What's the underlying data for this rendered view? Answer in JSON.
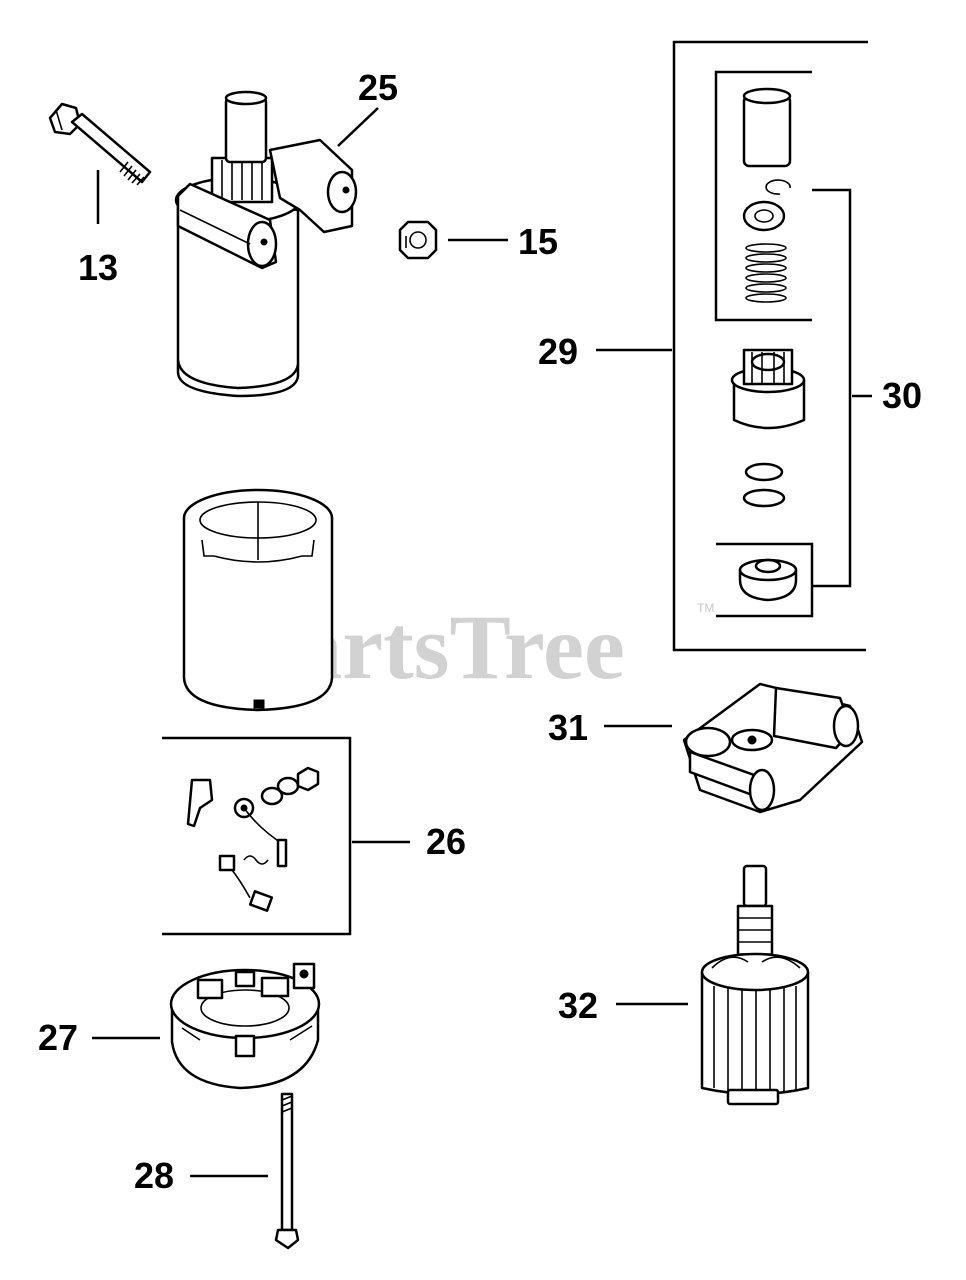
{
  "watermark": {
    "text": "PartsTree",
    "trademark": "TM",
    "color": "#d2d2d2"
  },
  "callouts": {
    "c13": "13",
    "c15": "15",
    "c25": "25",
    "c26": "26",
    "c27": "27",
    "c28": "28",
    "c29": "29",
    "c30": "30",
    "c31": "31",
    "c32": "32"
  },
  "parts": [
    {
      "id": "13",
      "icon": "bolt-icon"
    },
    {
      "id": "15",
      "icon": "nut-icon"
    },
    {
      "id": "25",
      "icon": "starter-motor-icon"
    },
    {
      "id": "26",
      "icon": "brush-kit-icon"
    },
    {
      "id": "27",
      "icon": "end-cap-icon"
    },
    {
      "id": "28",
      "icon": "through-bolt-icon"
    },
    {
      "id": "29",
      "icon": "drive-kit-icon"
    },
    {
      "id": "30",
      "icon": "drive-assembly-icon"
    },
    {
      "id": "31",
      "icon": "drive-end-cap-icon"
    },
    {
      "id": "32",
      "icon": "armature-icon"
    }
  ]
}
